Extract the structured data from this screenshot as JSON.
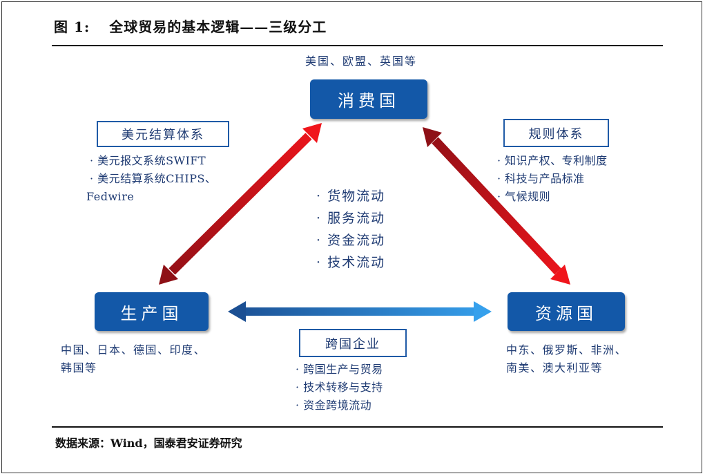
{
  "title": {
    "figure": "图 1:",
    "text": "全球贸易的基本逻辑——三级分工"
  },
  "nodes": {
    "consumer": "消费国",
    "producer": "生产国",
    "resource": "资源国"
  },
  "consumer_note": "美国、欧盟、英国等",
  "producer_note": [
    "中国、日本、德国、印度、",
    "韩国等"
  ],
  "resource_note": [
    "中东、俄罗斯、非洲、",
    "南美、澳大利亚等"
  ],
  "swift": {
    "label": "美元结算体系",
    "items": [
      "美元报文系统SWIFT",
      "美元结算系统CHIPS、"
    ],
    "continuation": "Fedwire"
  },
  "rules": {
    "label": "规则体系",
    "items": [
      "知识产权、专利制度",
      "科技与产品标准",
      "气候规则"
    ]
  },
  "flows": [
    "货物流动",
    "服务流动",
    "资金流动",
    "技术流动"
  ],
  "mnc": {
    "label": "跨国企业",
    "items": [
      "跨国生产与贸易",
      "技术转移与支持",
      "资金跨境流动"
    ]
  },
  "source": "数据来源：Wind，国泰君安证券研究",
  "colors": {
    "node_fill": "#1358a8",
    "red_arrow": "#e0161c",
    "dark_red_arrow": "#8e1016",
    "blue_arrow": "#2f8fdd",
    "dark_blue_arrow": "#1b4f93"
  }
}
